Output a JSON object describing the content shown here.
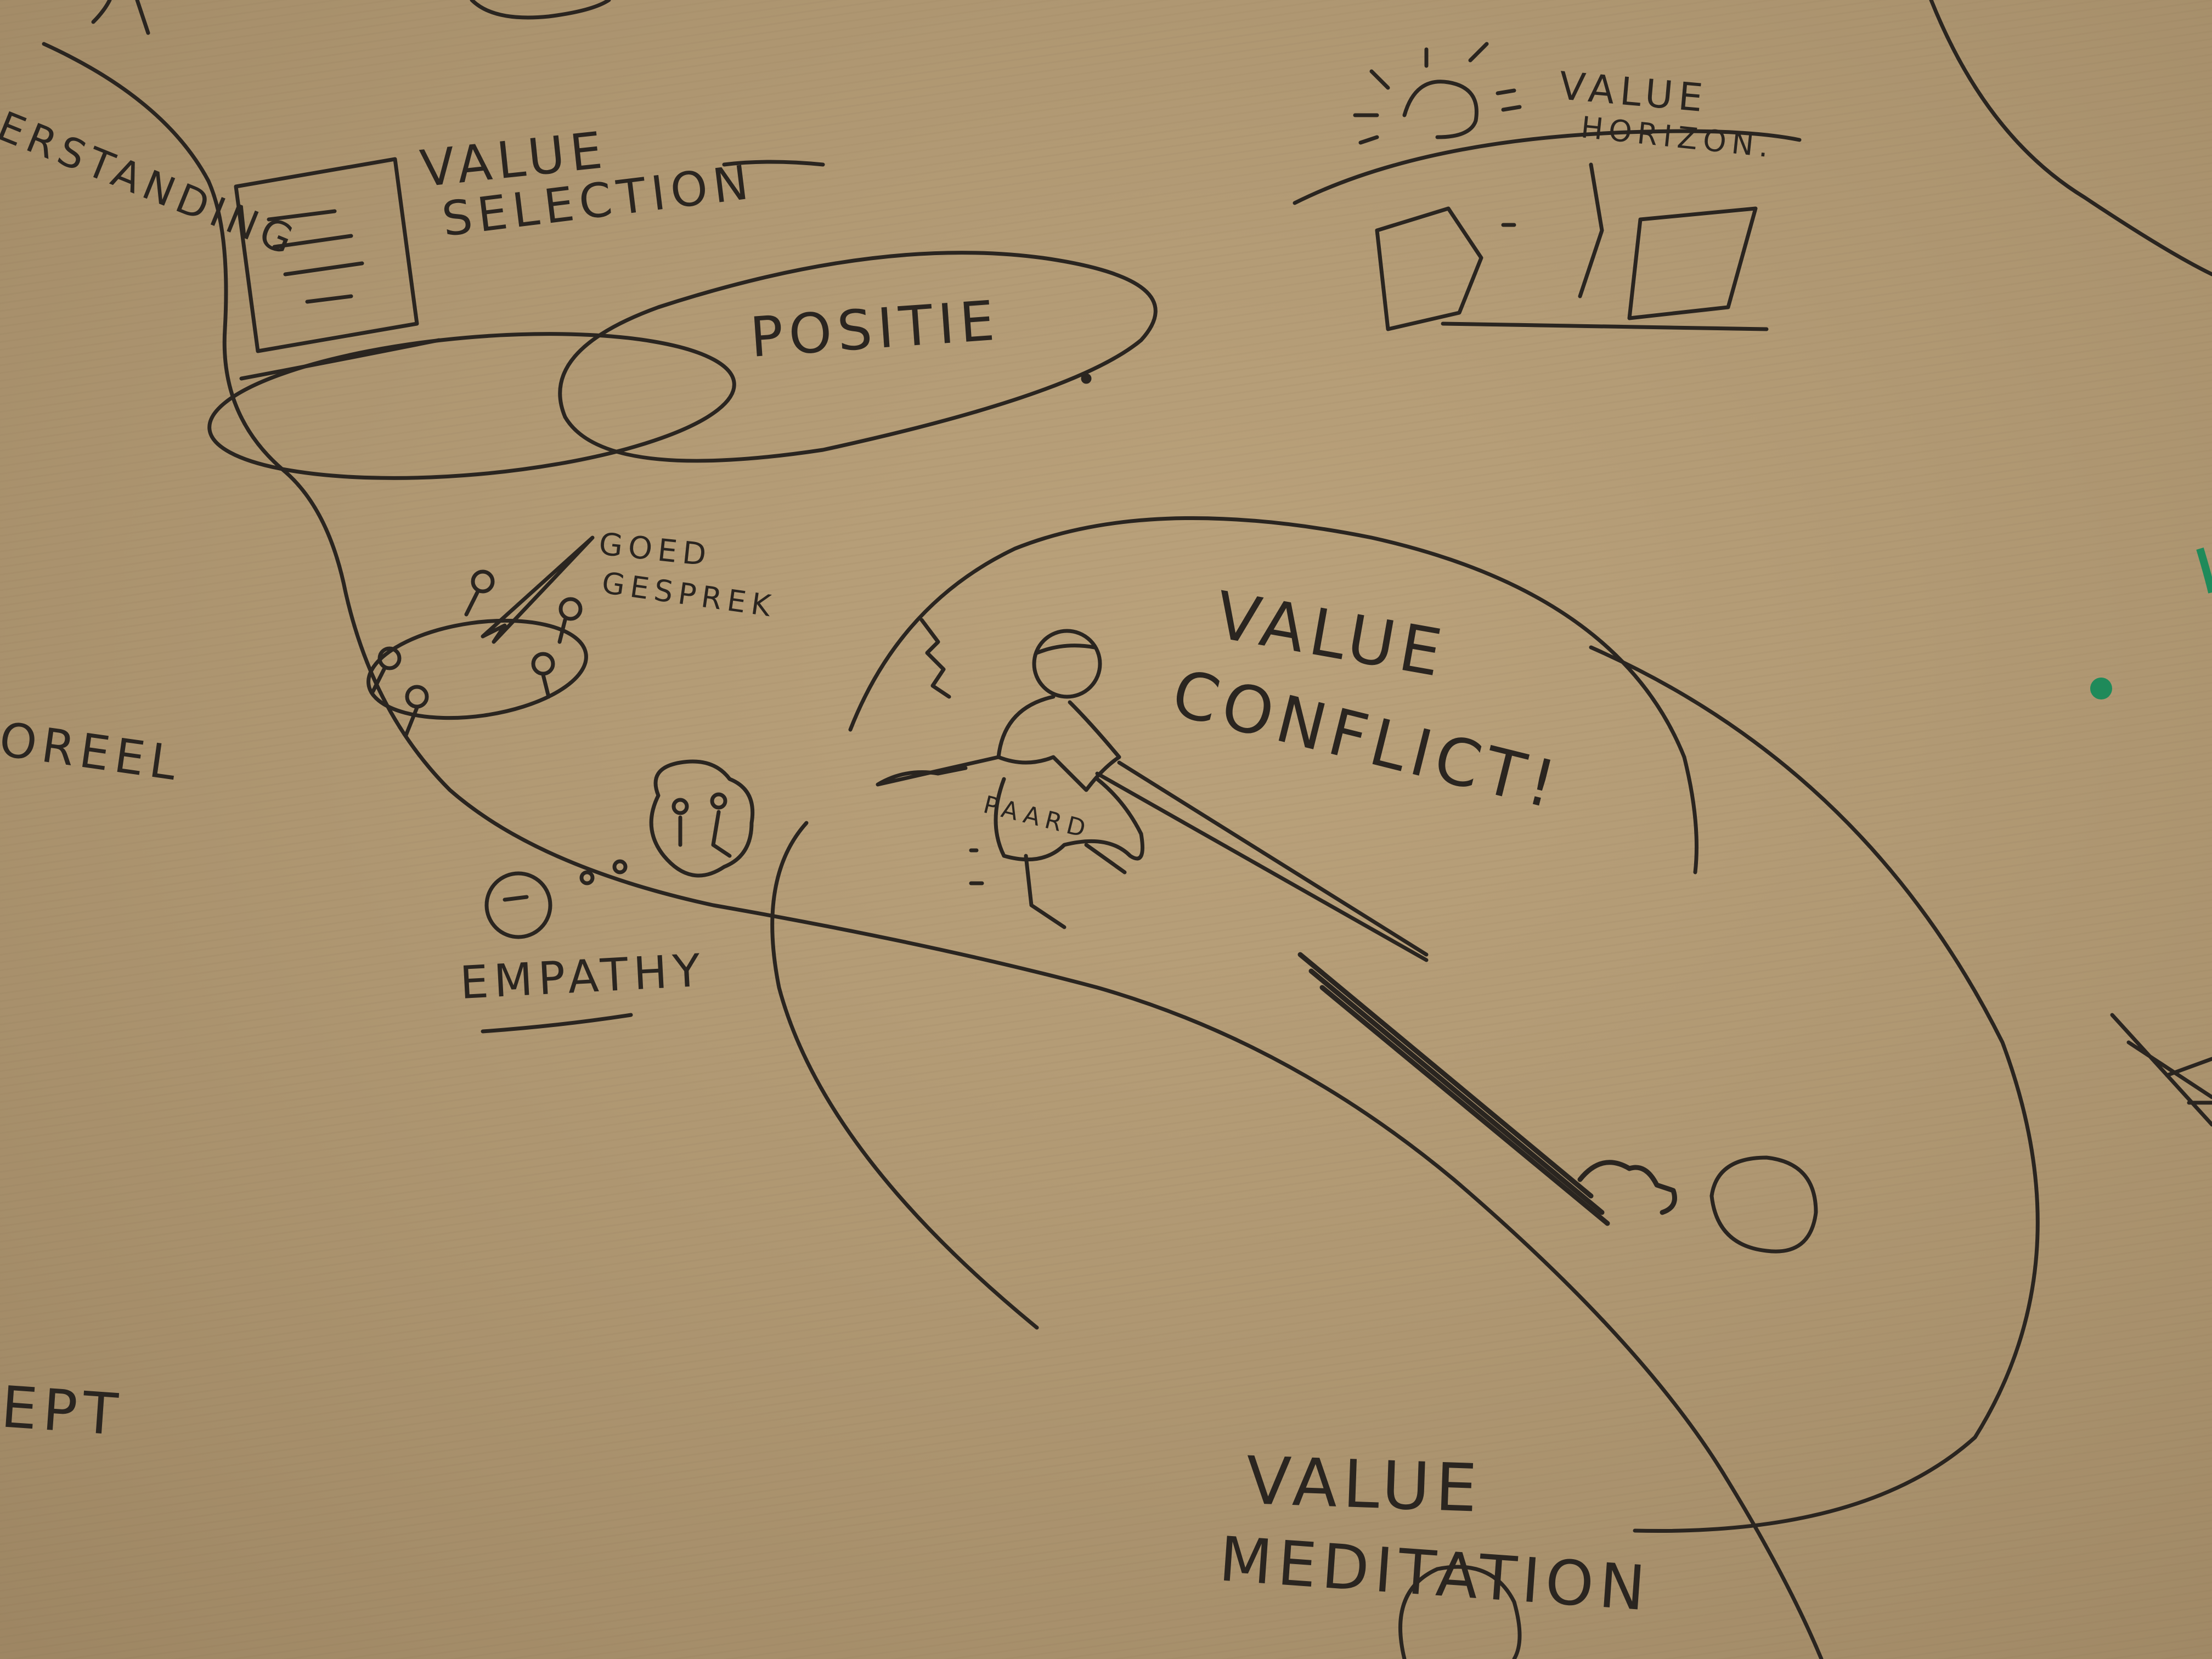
{
  "paper": {
    "base_color": "#b39a73",
    "light_color": "#c7b08a",
    "shade_color": "#8c7656",
    "ink_color": "#2a2520",
    "green_ink": "#1f8a5a"
  },
  "labels": {
    "value_selection_1": "VALUE",
    "value_selection_2": "SELECTION",
    "positie": "POSITIE",
    "value_horizon_1": "VALUE",
    "value_horizon_2": "HORIZON.",
    "goed_1": "GOED",
    "goed_2": "GESPREK",
    "value_conflict_1": "VALUE",
    "value_conflict_2": "CONFLICT!",
    "paard": "PAARD",
    "empathy": "EMPATHY",
    "value_meditation_1": "VALUE",
    "value_meditation_2": "MEDITATION",
    "left_standing": "ERSTANDING",
    "left_ploreel": "PLOREEL",
    "left_ept": "EPT"
  },
  "icons": [
    "document-icon",
    "sun-icon",
    "people-circle-icon",
    "horse-rider-icon",
    "ball-icon"
  ]
}
